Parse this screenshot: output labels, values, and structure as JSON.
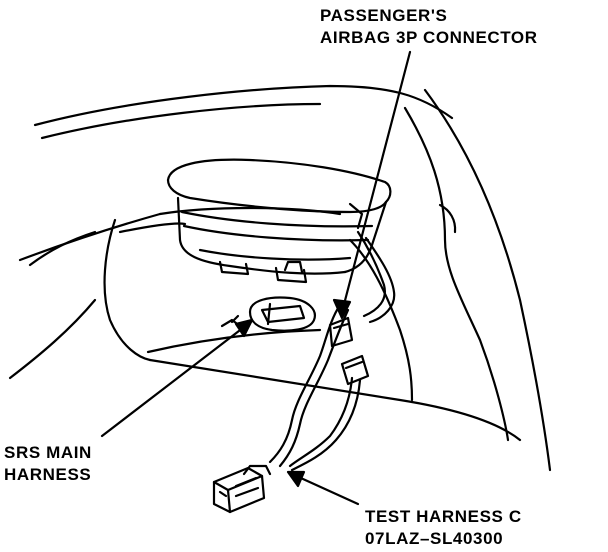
{
  "labels": {
    "passenger_connector": {
      "line1": "PASSENGER'S",
      "line2": "AIRBAG 3P CONNECTOR"
    },
    "srs_main_harness": {
      "line1": "SRS MAIN",
      "line2": "HARNESS"
    },
    "test_harness": {
      "line1": "TEST HARNESS C",
      "line2": "07LAZ–SL40300"
    }
  },
  "colors": {
    "ink": "#000000",
    "paper": "#ffffff"
  }
}
